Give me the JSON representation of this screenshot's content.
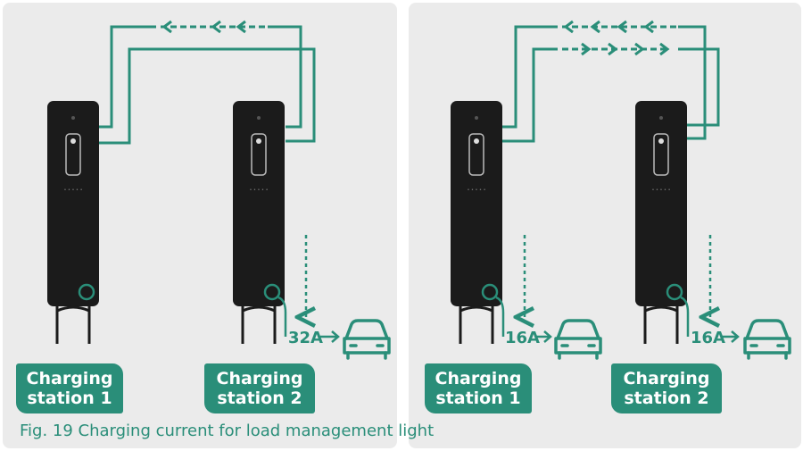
{
  "colors": {
    "background": "#ebebeb",
    "accent": "#2a8e79",
    "station_body": "#1b1b1b",
    "label_text": "#ffffff"
  },
  "panels": [
    {
      "stations": [
        {
          "line1": "Charging",
          "line2": "station 1"
        },
        {
          "line1": "Charging",
          "line2": "station 2"
        }
      ],
      "current_labels": [
        "32A"
      ]
    },
    {
      "stations": [
        {
          "line1": "Charging",
          "line2": "station 1"
        },
        {
          "line1": "Charging",
          "line2": "station 2"
        }
      ],
      "current_labels": [
        "16A",
        "16A"
      ]
    }
  ],
  "caption": "Fig. 19 Charging current for load management light",
  "icons": [
    "charging-station-icon",
    "car-icon",
    "arrow-right-icon",
    "dashed-arrow-down-icon"
  ]
}
